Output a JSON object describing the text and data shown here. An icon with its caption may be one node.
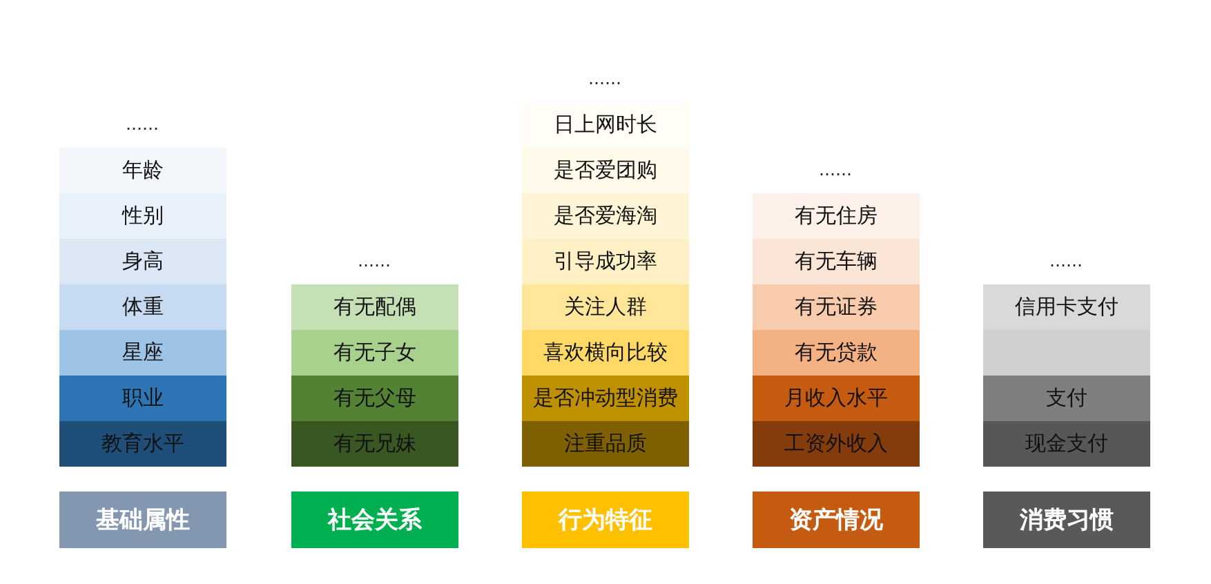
{
  "diagram": {
    "nodes": [
      {
        "text": [
          "年龄"
        ]
      },
      {
        "text": [
          "性别"
        ]
      },
      {
        "text": [
          "身高"
        ]
      },
      {
        "text": [
          "体重"
        ]
      },
      {
        "text": [
          "星座"
        ]
      },
      {
        "text": [
          "职业"
        ]
      },
      {
        "text": [
          "教育水平"
        ]
      },
      {
        "text": [
          "基础属性"
        ]
      },
      {
        "text": [
          "有无配偶"
        ]
      },
      {
        "text": [
          "有无子女"
        ]
      },
      {
        "text": [
          "有无父母"
        ]
      },
      {
        "text": [
          "有无兄妹"
        ]
      },
      {
        "text": [
          "社会关系"
        ]
      },
      {
        "text": [
          "日上网时长"
        ]
      },
      {
        "text": [
          "是否爱团购"
        ]
      },
      {
        "text": [
          "是否爱海淘"
        ]
      },
      {
        "text": [
          "引导成功率"
        ]
      },
      {
        "text": [
          "关注人群"
        ]
      },
      {
        "text": [
          "喜欢横向比较"
        ]
      },
      {
        "text": [
          "是否冲动型消费"
        ]
      },
      {
        "text": [
          "注重品质"
        ]
      },
      {
        "text": [
          "行为特征"
        ]
      },
      {
        "text": [
          "有无住房"
        ]
      },
      {
        "text": [
          "有无车辆"
        ]
      },
      {
        "text": [
          "有无证券"
        ]
      },
      {
        "text": [
          "有无贷款"
        ]
      },
      {
        "text": [
          "月收入水平"
        ]
      },
      {
        "text": [
          "工资外收入"
        ]
      },
      {
        "text": [
          "资产情况"
        ]
      },
      {
        "text": [
          "信用卡支付"
        ]
      },
      {
        "text": [],
        "shape": "box"
      },
      {
        "text": [
          "支付"
        ]
      },
      {
        "text": [
          "现金支付"
        ]
      },
      {
        "text": [
          "消费习惯"
        ]
      }
    ],
    "labels": [
      "……",
      "……",
      "……",
      "……",
      "……"
    ]
  }
}
